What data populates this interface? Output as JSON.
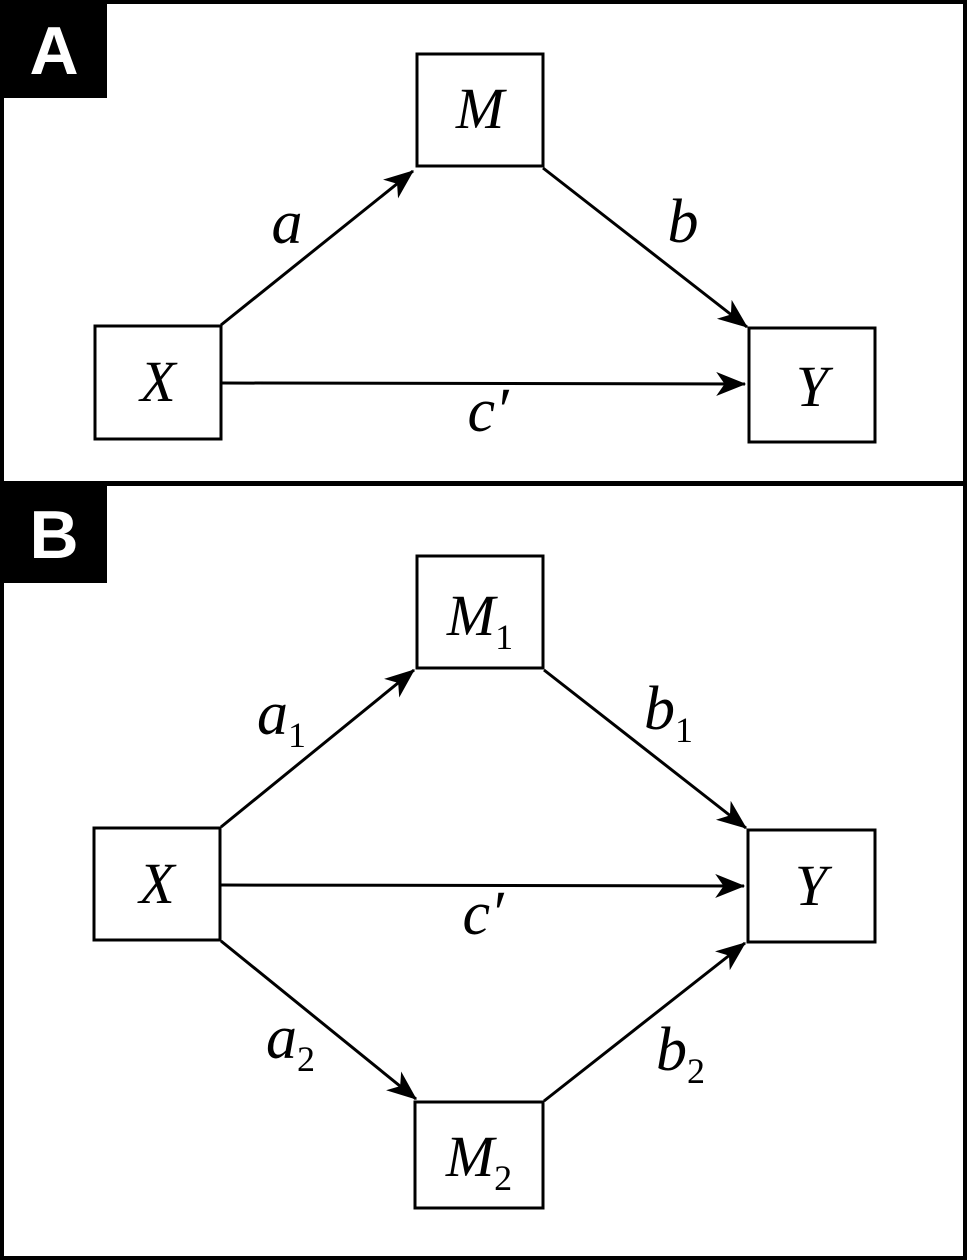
{
  "figure": {
    "type": "mediation-path-diagram",
    "background_color": "#ffffff",
    "line_color": "#000000",
    "panel_tag_bg": "#000000",
    "panel_tag_fg": "#ffffff"
  },
  "panelA": {
    "tag": "A",
    "nodes": {
      "M": {
        "label": "M"
      },
      "X": {
        "label": "X"
      },
      "Y": {
        "label": "Y"
      }
    },
    "edges": {
      "a": {
        "label": "a",
        "from": "X",
        "to": "M"
      },
      "b": {
        "label": "b",
        "from": "M",
        "to": "Y"
      },
      "c": {
        "label": "c′",
        "from": "X",
        "to": "Y"
      }
    }
  },
  "panelB": {
    "tag": "B",
    "nodes": {
      "M1": {
        "base": "M",
        "sub": "1"
      },
      "X": {
        "label": "X"
      },
      "Y": {
        "label": "Y"
      },
      "M2": {
        "base": "M",
        "sub": "2"
      }
    },
    "edges": {
      "a1": {
        "base": "a",
        "sub": "1",
        "from": "X",
        "to": "M1"
      },
      "b1": {
        "base": "b",
        "sub": "1",
        "from": "M1",
        "to": "Y"
      },
      "c": {
        "label": "c′",
        "from": "X",
        "to": "Y"
      },
      "a2": {
        "base": "a",
        "sub": "2",
        "from": "X",
        "to": "M2"
      },
      "b2": {
        "base": "b",
        "sub": "2",
        "from": "M2",
        "to": "Y"
      }
    }
  }
}
